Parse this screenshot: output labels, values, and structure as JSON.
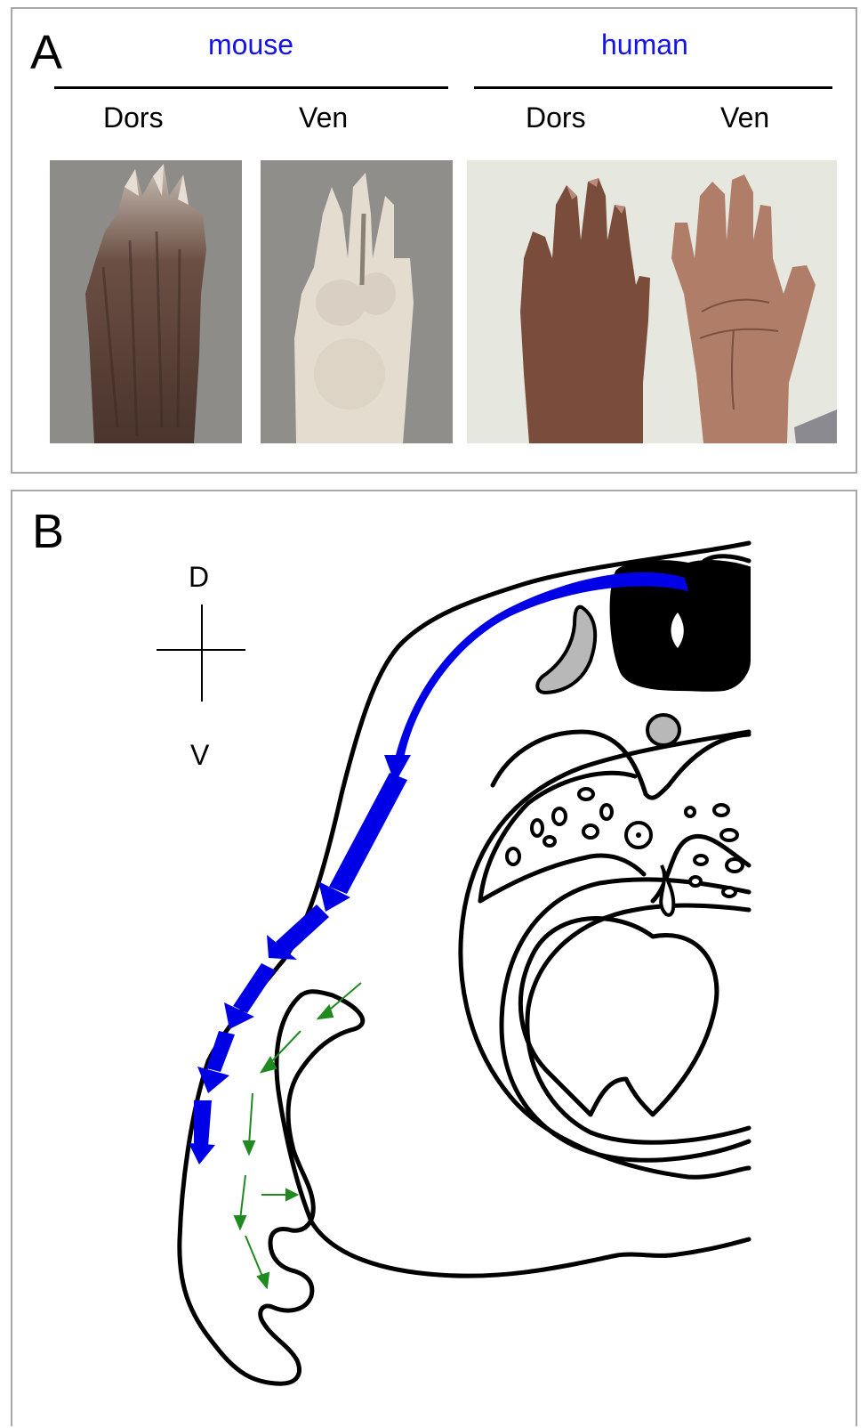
{
  "panel_a": {
    "label": "A",
    "mouse_label": "mouse",
    "human_label": "human",
    "mouse_dors": "Dors",
    "mouse_ven": "Ven",
    "human_dors": "Dors",
    "human_ven": "Ven",
    "photos": {
      "mouse_dorsal": "mouse dorsal paw photo",
      "mouse_ventral": "mouse ventral paw photo",
      "human_hands": "human dorsal and ventral hands photo"
    }
  },
  "panel_b": {
    "label": "B",
    "axis_dorsal": "D",
    "axis_ventral": "V",
    "colors": {
      "blue_arrow": "#0000e6",
      "green_arrow": "#1f8a1f",
      "cartilage": "#b8b8b8",
      "neural_tube": "#000000"
    }
  }
}
